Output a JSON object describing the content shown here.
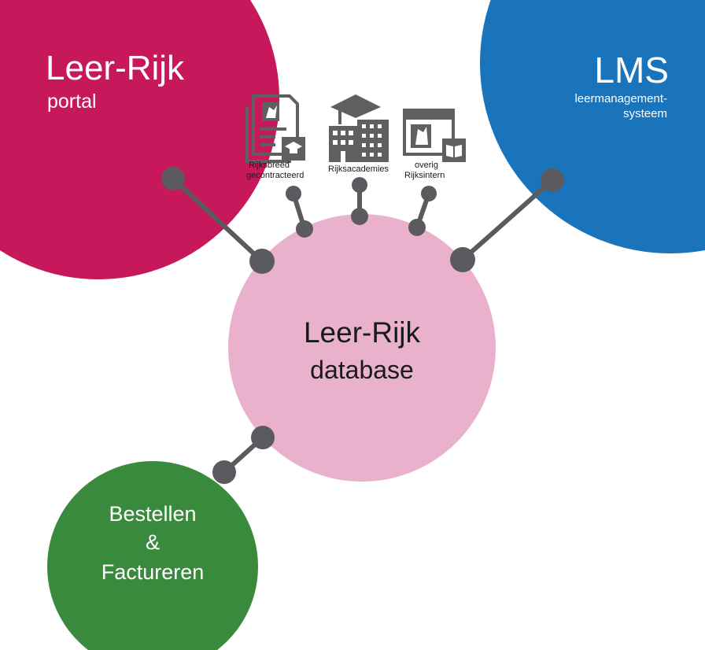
{
  "colors": {
    "portal": "#c8185c",
    "lms": "#1a74bc",
    "database": "#eab1cc",
    "ordering": "#3a8a3e",
    "connector": "#5b5b5f",
    "icon": "#5f5f5f"
  },
  "portal": {
    "title": "Leer-Rijk",
    "subtitle": "portal"
  },
  "lms": {
    "title": "LMS",
    "subtitle_line1": "leermanagement-",
    "subtitle_line2": "systeem"
  },
  "database": {
    "title": "Leer-Rijk",
    "subtitle": "database"
  },
  "ordering": {
    "line1": "Bestellen",
    "line2": "&",
    "line3": "Factureren"
  },
  "sources": [
    {
      "icon": "contract-document-icon",
      "line1": "Rijksbreed",
      "line2": "gecontracteerd"
    },
    {
      "icon": "academy-building-icon",
      "line1": "Rijksacademies",
      "line2": ""
    },
    {
      "icon": "internal-web-icon",
      "line1": "overig",
      "line2": "Rijksintern"
    }
  ]
}
